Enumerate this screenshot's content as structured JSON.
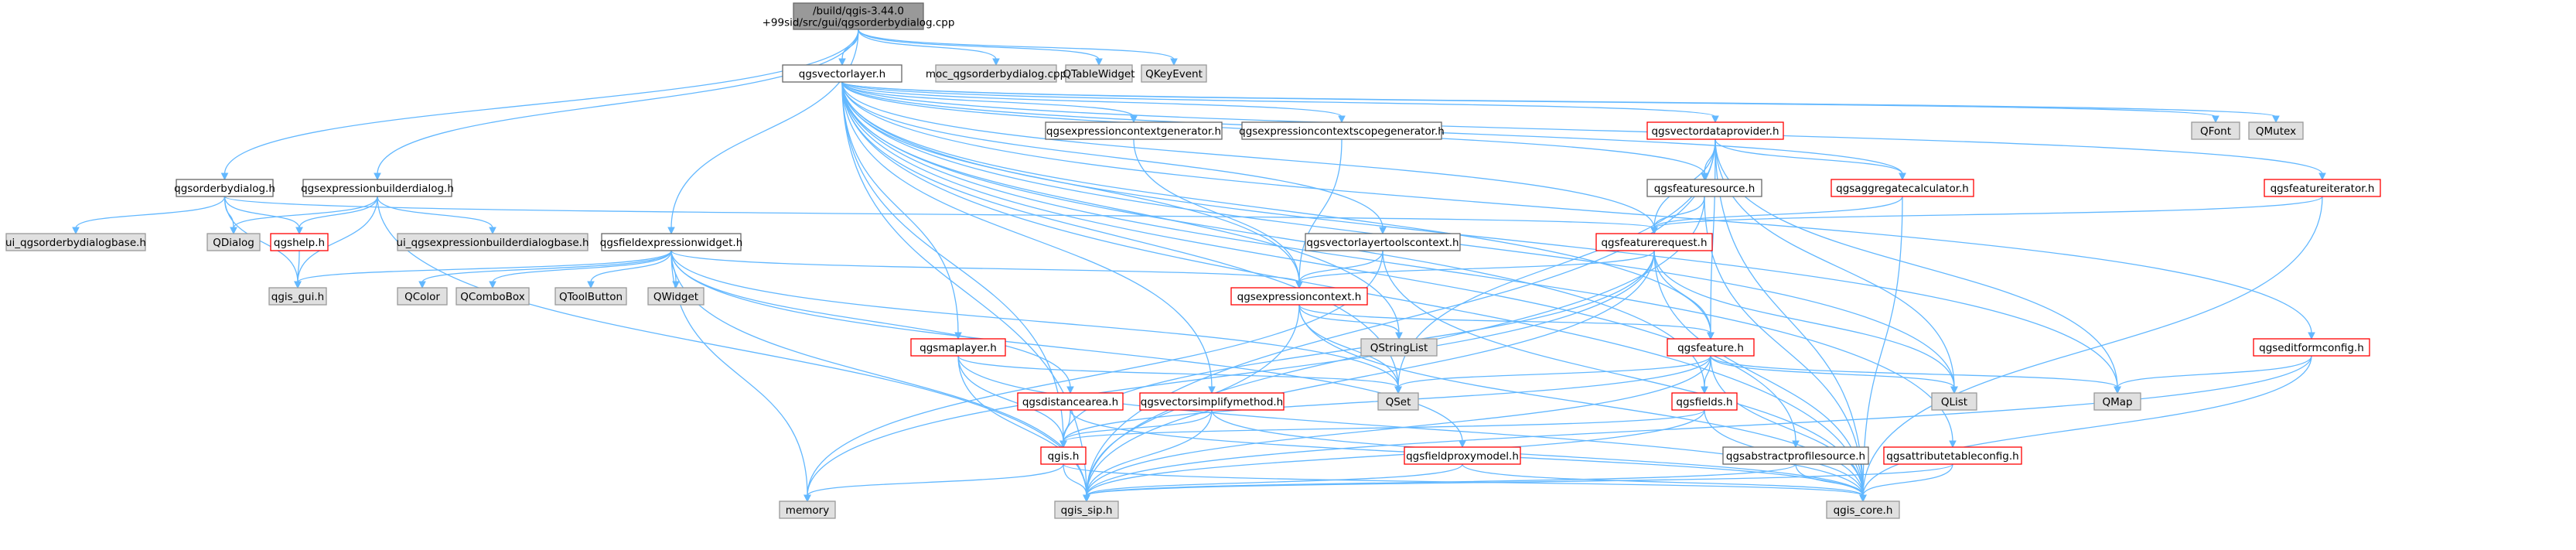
{
  "colors": {
    "edge": "#63b8ff",
    "root_fill": "#999999",
    "root_border": "#666666",
    "node_fill": "#ffffff",
    "node_border": "#666666",
    "missing_fill": "#e0e0e0",
    "missing_border": "#999999",
    "highlight_border": "#ff0000"
  },
  "nodes": [
    {
      "id": "root",
      "label": [
        "/build/qgis-3.44.0",
        "+99sid/src/gui/qgsorderbydialog.cpp"
      ],
      "kind": "root"
    },
    {
      "id": "qgsvectorlayer",
      "label": [
        "qgsvectorlayer.h"
      ],
      "kind": "normal"
    },
    {
      "id": "moc",
      "label": [
        "moc_qgsorderbydialog.cpp"
      ],
      "kind": "missing"
    },
    {
      "id": "qtablewidget",
      "label": [
        "QTableWidget"
      ],
      "kind": "missing"
    },
    {
      "id": "qkeyevent",
      "label": [
        "QKeyEvent"
      ],
      "kind": "missing"
    },
    {
      "id": "qgsorderbydialog",
      "label": [
        "qgsorderbydialog.h"
      ],
      "kind": "normal"
    },
    {
      "id": "qgsexpressionbuilderdialog",
      "label": [
        "qgsexpressionbuilderdialog.h"
      ],
      "kind": "normal"
    },
    {
      "id": "qgsfieldexpressionwidget",
      "label": [
        "qgsfieldexpressionwidget.h"
      ],
      "kind": "normal"
    },
    {
      "id": "qgsexpressioncontextgenerator",
      "label": [
        "qgsexpressioncontextgenerator.h"
      ],
      "kind": "normal"
    },
    {
      "id": "qgsexpressioncontextscopegenerator",
      "label": [
        "qgsexpressioncontextscopegenerator.h"
      ],
      "kind": "normal"
    },
    {
      "id": "qgsvectordataprovider",
      "label": [
        "qgsvectordataprovider.h"
      ],
      "kind": "highlight"
    },
    {
      "id": "qfont",
      "label": [
        "QFont"
      ],
      "kind": "missing"
    },
    {
      "id": "qmutex",
      "label": [
        "QMutex"
      ],
      "kind": "missing"
    },
    {
      "id": "qgsfeatureiterator",
      "label": [
        "qgsfeatureiterator.h"
      ],
      "kind": "highlight"
    },
    {
      "id": "ui_orderby",
      "label": [
        "ui_qgsorderbydialogbase.h"
      ],
      "kind": "missing"
    },
    {
      "id": "qdialog",
      "label": [
        "QDialog"
      ],
      "kind": "missing"
    },
    {
      "id": "qgshelp",
      "label": [
        "qgshelp.h"
      ],
      "kind": "highlight"
    },
    {
      "id": "ui_exprbuilder",
      "label": [
        "ui_qgsexpressionbuilderdialogbase.h"
      ],
      "kind": "missing"
    },
    {
      "id": "qgsfeaturesource",
      "label": [
        "qgsfeaturesource.h"
      ],
      "kind": "normal"
    },
    {
      "id": "qgsaggregatecalculator",
      "label": [
        "qgsaggregatecalculator.h"
      ],
      "kind": "highlight"
    },
    {
      "id": "qgsvectorlayertoolscontext",
      "label": [
        "qgsvectorlayertoolscontext.h"
      ],
      "kind": "normal"
    },
    {
      "id": "qgsfeaturerequest",
      "label": [
        "qgsfeaturerequest.h"
      ],
      "kind": "highlight"
    },
    {
      "id": "qgis_gui",
      "label": [
        "qgis_gui.h"
      ],
      "kind": "missing"
    },
    {
      "id": "qcolor",
      "label": [
        "QColor"
      ],
      "kind": "missing"
    },
    {
      "id": "qcombobox",
      "label": [
        "QComboBox"
      ],
      "kind": "missing"
    },
    {
      "id": "qtoolbutton",
      "label": [
        "QToolButton"
      ],
      "kind": "missing"
    },
    {
      "id": "qwidget",
      "label": [
        "QWidget"
      ],
      "kind": "missing"
    },
    {
      "id": "qgsexpressioncontext",
      "label": [
        "qgsexpressioncontext.h"
      ],
      "kind": "highlight"
    },
    {
      "id": "qstringlist",
      "label": [
        "QStringList"
      ],
      "kind": "missing"
    },
    {
      "id": "qgsmaplayer",
      "label": [
        "qgsmaplayer.h"
      ],
      "kind": "highlight"
    },
    {
      "id": "qgsfeature",
      "label": [
        "qgsfeature.h"
      ],
      "kind": "highlight"
    },
    {
      "id": "qgseditformconfig",
      "label": [
        "qgseditformconfig.h"
      ],
      "kind": "highlight"
    },
    {
      "id": "qgsdistancearea",
      "label": [
        "qgsdistancearea.h"
      ],
      "kind": "highlight"
    },
    {
      "id": "qgsvectorsimplifymethod",
      "label": [
        "qgsvectorsimplifymethod.h"
      ],
      "kind": "highlight"
    },
    {
      "id": "qset",
      "label": [
        "QSet"
      ],
      "kind": "missing"
    },
    {
      "id": "qgsfields",
      "label": [
        "qgsfields.h"
      ],
      "kind": "highlight"
    },
    {
      "id": "qlist",
      "label": [
        "QList"
      ],
      "kind": "missing"
    },
    {
      "id": "qmap",
      "label": [
        "QMap"
      ],
      "kind": "missing"
    },
    {
      "id": "qgis_h",
      "label": [
        "qgis.h"
      ],
      "kind": "highlight"
    },
    {
      "id": "qgsfieldproxymodel",
      "label": [
        "qgsfieldproxymodel.h"
      ],
      "kind": "highlight"
    },
    {
      "id": "qgsabstractprofilesource",
      "label": [
        "qgsabstractprofilesource.h"
      ],
      "kind": "normal"
    },
    {
      "id": "qgsattributetableconfig",
      "label": [
        "qgsattributetableconfig.h"
      ],
      "kind": "highlight"
    },
    {
      "id": "memory",
      "label": [
        "memory"
      ],
      "kind": "missing"
    },
    {
      "id": "qgis_sip",
      "label": [
        "qgis_sip.h"
      ],
      "kind": "missing"
    },
    {
      "id": "qgis_core",
      "label": [
        "qgis_core.h"
      ],
      "kind": "missing"
    }
  ],
  "edges": [
    [
      "root",
      "qgsvectorlayer"
    ],
    [
      "root",
      "moc"
    ],
    [
      "root",
      "qtablewidget"
    ],
    [
      "root",
      "qkeyevent"
    ],
    [
      "root",
      "qgsorderbydialog"
    ],
    [
      "root",
      "qgsexpressionbuilderdialog"
    ],
    [
      "root",
      "qgsfieldexpressionwidget"
    ],
    [
      "qgsvectorlayer",
      "qgsexpressioncontextgenerator"
    ],
    [
      "qgsvectorlayer",
      "qgsexpressioncontextscopegenerator"
    ],
    [
      "qgsvectorlayer",
      "qgsvectordataprovider"
    ],
    [
      "qgsvectorlayer",
      "qfont"
    ],
    [
      "qgsvectorlayer",
      "qmutex"
    ],
    [
      "qgsvectorlayer",
      "qgsfeatureiterator"
    ],
    [
      "qgsvectorlayer",
      "qgsfeaturesource"
    ],
    [
      "qgsvectorlayer",
      "qgsaggregatecalculator"
    ],
    [
      "qgsvectorlayer",
      "qgsvectorlayertoolscontext"
    ],
    [
      "qgsvectorlayer",
      "qgsfeaturerequest"
    ],
    [
      "qgsvectorlayer",
      "qgsexpressioncontext"
    ],
    [
      "qgsvectorlayer",
      "qstringlist"
    ],
    [
      "qgsvectorlayer",
      "qgsmaplayer"
    ],
    [
      "qgsvectorlayer",
      "qgsfeature"
    ],
    [
      "qgsvectorlayer",
      "qgseditformconfig"
    ],
    [
      "qgsvectorlayer",
      "qgsvectorsimplifymethod"
    ],
    [
      "qgsvectorlayer",
      "qgsfields"
    ],
    [
      "qgsvectorlayer",
      "qlist"
    ],
    [
      "qgsvectorlayer",
      "qmap"
    ],
    [
      "qgsvectorlayer",
      "qgis_h"
    ],
    [
      "qgsvectorlayer",
      "qgsabstractprofilesource"
    ],
    [
      "qgsvectorlayer",
      "qgsattributetableconfig"
    ],
    [
      "qgsvectorlayer",
      "qgis_sip"
    ],
    [
      "qgsvectorlayer",
      "qgis_core"
    ],
    [
      "qgsvectorlayer",
      "qset"
    ],
    [
      "qgsorderbydialog",
      "ui_orderby"
    ],
    [
      "qgsorderbydialog",
      "qdialog"
    ],
    [
      "qgsorderbydialog",
      "qgshelp"
    ],
    [
      "qgsorderbydialog",
      "qgis_gui"
    ],
    [
      "qgsorderbydialog",
      "qgsfeaturerequest"
    ],
    [
      "qgsexpressionbuilderdialog",
      "qdialog"
    ],
    [
      "qgsexpressionbuilderdialog",
      "qgshelp"
    ],
    [
      "qgsexpressionbuilderdialog",
      "ui_exprbuilder"
    ],
    [
      "qgsexpressionbuilderdialog",
      "qgis_gui"
    ],
    [
      "qgsexpressionbuilderdialog",
      "qgis_sip"
    ],
    [
      "qgshelp",
      "qgis_gui"
    ],
    [
      "qgsfieldexpressionwidget",
      "qgis_gui"
    ],
    [
      "qgsfieldexpressionwidget",
      "qcolor"
    ],
    [
      "qgsfieldexpressionwidget",
      "qcombobox"
    ],
    [
      "qgsfieldexpressionwidget",
      "qtoolbutton"
    ],
    [
      "qgsfieldexpressionwidget",
      "qwidget"
    ],
    [
      "qgsfieldexpressionwidget",
      "qgsexpressioncontext"
    ],
    [
      "qgsfieldexpressionwidget",
      "qgsdistancearea"
    ],
    [
      "qgsfieldexpressionwidget",
      "qgsfieldproxymodel"
    ],
    [
      "qgsfieldexpressionwidget",
      "memory"
    ],
    [
      "qgsfieldexpressionwidget",
      "qgis_sip"
    ],
    [
      "qgsfieldexpressionwidget",
      "qset"
    ],
    [
      "qgsexpressioncontextgenerator",
      "qgsexpressioncontext"
    ],
    [
      "qgsexpressioncontextscopegenerator",
      "qgsexpressioncontext"
    ],
    [
      "qgsvectordataprovider",
      "qgsfeaturesource"
    ],
    [
      "qgsvectordataprovider",
      "qgsaggregatecalculator"
    ],
    [
      "qgsvectordataprovider",
      "qgsfeaturerequest"
    ],
    [
      "qgsvectordataprovider",
      "qgsfeature"
    ],
    [
      "qgsvectordataprovider",
      "qlist"
    ],
    [
      "qgsvectordataprovider",
      "qmap"
    ],
    [
      "qgsvectordataprovider",
      "qset"
    ],
    [
      "qgsvectordataprovider",
      "qgis_sip"
    ],
    [
      "qgsvectordataprovider",
      "qgis_core"
    ],
    [
      "qgsfeatureiterator",
      "qgsfeaturerequest"
    ],
    [
      "qgsfeatureiterator",
      "qgis_core"
    ],
    [
      "qgsfeaturesource",
      "qgsfeaturerequest"
    ],
    [
      "qgsfeaturesource",
      "qgis_core"
    ],
    [
      "qgsfeaturesource",
      "qgis_sip"
    ],
    [
      "qgsaggregatecalculator",
      "qgsfeaturerequest"
    ],
    [
      "qgsaggregatecalculator",
      "qgis_core"
    ],
    [
      "qgsvectorlayertoolscontext",
      "qgsexpressioncontext"
    ],
    [
      "qgsvectorlayertoolscontext",
      "qgis_core"
    ],
    [
      "qgsvectorlayertoolscontext",
      "memory"
    ],
    [
      "qgsfeaturerequest",
      "qgsexpressioncontext"
    ],
    [
      "qgsfeaturerequest",
      "qgsfeature"
    ],
    [
      "qgsfeaturerequest",
      "qgis_h"
    ],
    [
      "qgsfeaturerequest",
      "qgis_core"
    ],
    [
      "qgsfeaturerequest",
      "qgis_sip"
    ],
    [
      "qgsfeaturerequest",
      "qlist"
    ],
    [
      "qgsfeaturerequest",
      "memory"
    ],
    [
      "qgsexpressioncontext",
      "qstringlist"
    ],
    [
      "qgsexpressioncontext",
      "qgsfeature"
    ],
    [
      "qgsexpressioncontext",
      "qset"
    ],
    [
      "qgsexpressioncontext",
      "qgis_core"
    ],
    [
      "qgsexpressioncontext",
      "qgis_sip"
    ],
    [
      "qgsmaplayer",
      "qgis_h"
    ],
    [
      "qgsmaplayer",
      "qgis_core"
    ],
    [
      "qgsmaplayer",
      "qgis_sip"
    ],
    [
      "qgsmaplayer",
      "qset"
    ],
    [
      "qgsfeature",
      "qgsfields"
    ],
    [
      "qgsfeature",
      "qlist"
    ],
    [
      "qgsfeature",
      "qmap"
    ],
    [
      "qgsfeature",
      "qset"
    ],
    [
      "qgsfeature",
      "qgis_core"
    ],
    [
      "qgsfeature",
      "qgis_sip"
    ],
    [
      "qgsfeature",
      "qgis_h"
    ],
    [
      "qgseditformconfig",
      "qmap"
    ],
    [
      "qgseditformconfig",
      "qgis_core"
    ],
    [
      "qgseditformconfig",
      "qgis_sip"
    ],
    [
      "qgsdistancearea",
      "qgis_h"
    ],
    [
      "qgsdistancearea",
      "qgis_core"
    ],
    [
      "qgsvectorsimplifymethod",
      "qgis_h"
    ],
    [
      "qgsvectorsimplifymethod",
      "qgis_core"
    ],
    [
      "qgsvectorsimplifymethod",
      "qgis_sip"
    ],
    [
      "qgsfields",
      "qgis_h"
    ],
    [
      "qgsfields",
      "qgis_core"
    ],
    [
      "qgsfields",
      "qgis_sip"
    ],
    [
      "qgis_h",
      "memory"
    ],
    [
      "qgis_h",
      "qgis_sip"
    ],
    [
      "qgis_h",
      "qgis_core"
    ],
    [
      "qgsfieldproxymodel",
      "qgis_sip"
    ],
    [
      "qgsfieldproxymodel",
      "qgis_core"
    ],
    [
      "qgsabstractprofilesource",
      "qgis_core"
    ],
    [
      "qgsabstractprofilesource",
      "qgis_sip"
    ],
    [
      "qgsattributetableconfig",
      "qgis_core"
    ],
    [
      "qgsattributetableconfig",
      "qgis_sip"
    ]
  ]
}
